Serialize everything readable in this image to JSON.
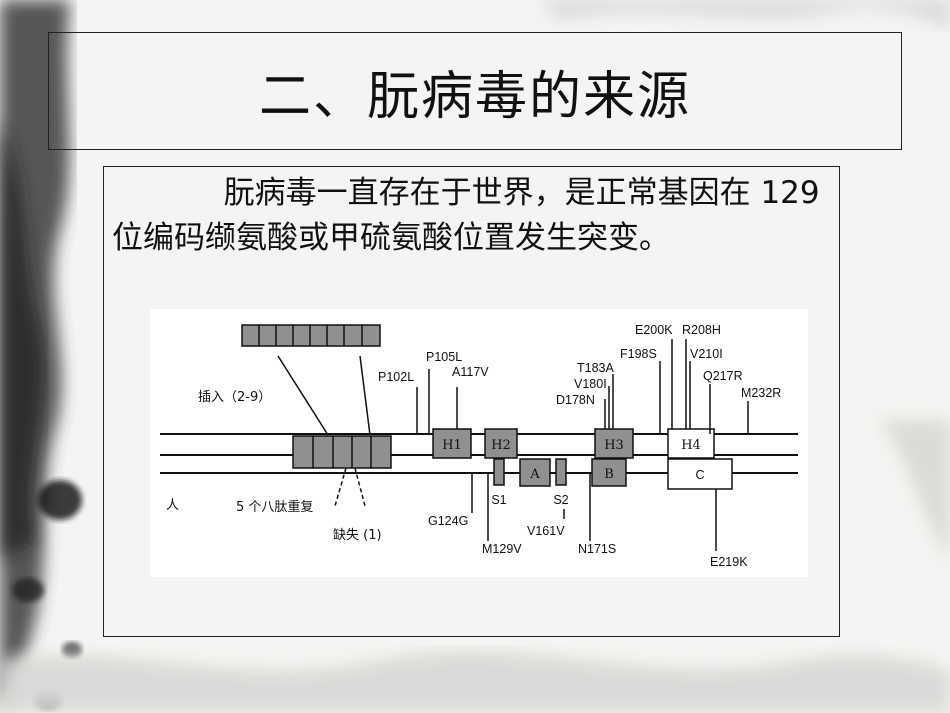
{
  "title": "二、朊病毒的来源",
  "paragraph": "朊病毒一直存在于世界，是正常基因在 129 位编码缬氨酸或甲硫氨酸位置发生突变。",
  "diagram": {
    "insertion_label": "插入（2-9）",
    "octapeptide_label": "5 个八肽重复",
    "deletion_label": "缺失 (1)",
    "species_label": "人",
    "domains": {
      "h1": "H1",
      "h2": "H2",
      "h3": "H3",
      "h4": "H4",
      "a": "A",
      "b": "B",
      "c": "C",
      "s1": "S1",
      "s2": "S2"
    },
    "mutations_top": {
      "p102l": "P102L",
      "p105l": "P105L",
      "a117v": "A117V",
      "t183a": "T183A",
      "v180i": "V180I",
      "d178n": "D178N",
      "e200k": "E200K",
      "f198s": "F198S",
      "r208h": "R208H",
      "v210i": "V210I",
      "q217r": "Q217R",
      "m232r": "M232R"
    },
    "mutations_bottom": {
      "g124g": "G124G",
      "m129v": "M129V",
      "v161v": "V161V",
      "n171s": "N171S",
      "e219k": "E219K"
    }
  },
  "colors": {
    "domain_fill": "#909090",
    "ink": "#111111",
    "panel": "#ffffff"
  }
}
